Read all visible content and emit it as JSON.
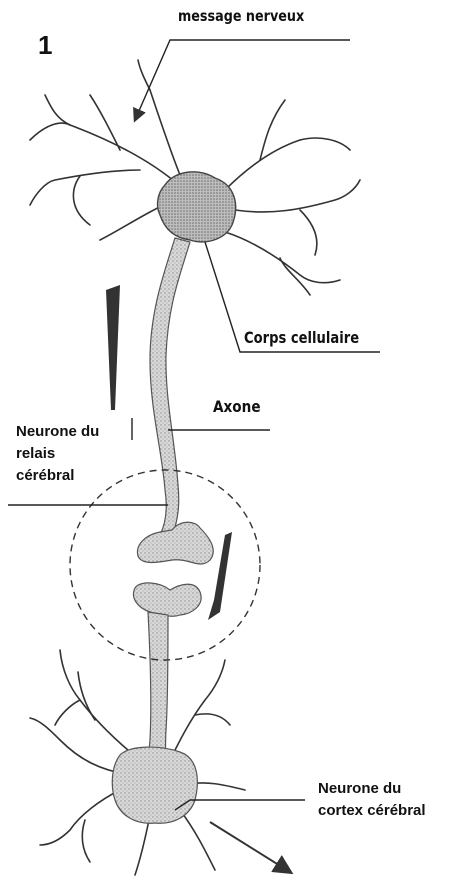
{
  "figure_number": "1",
  "labels": {
    "message_nerveux": "message nerveux",
    "corps_cellulaire": "Corps cellulaire",
    "axone": "Axone",
    "neurone_relais_line1": "Neurone du",
    "neurone_relais_line2": "relais",
    "neurone_relais_line3": "cérébral",
    "neurone_cortex_line1": "Neurone du",
    "neurone_cortex_line2": "cortex cérébral"
  }
}
